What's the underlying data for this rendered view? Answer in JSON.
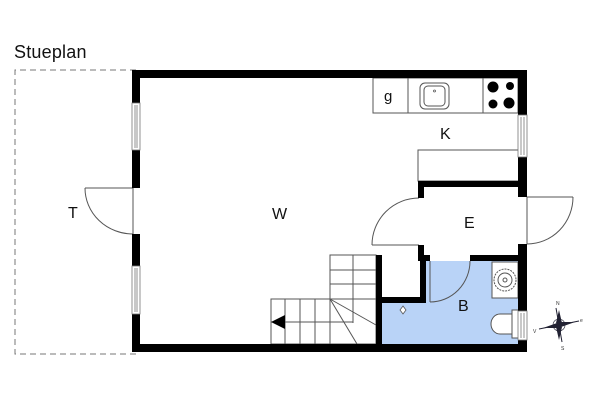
{
  "plan": {
    "title": "Stueplan",
    "colors": {
      "wall": "#000000",
      "bathroom_fill": "#b9d3f7",
      "line": "#555555",
      "dashed": "#777777"
    },
    "rooms": [
      {
        "id": "W",
        "label": "W",
        "name": "living-room"
      },
      {
        "id": "K",
        "label": "K",
        "name": "kitchen"
      },
      {
        "id": "E",
        "label": "E",
        "name": "entrance"
      },
      {
        "id": "B",
        "label": "B",
        "name": "bathroom"
      },
      {
        "id": "T",
        "label": "T",
        "name": "terrace"
      }
    ],
    "fixtures": {
      "kitchen_counter_label": "g"
    },
    "compass": {
      "n": "N",
      "e": "e",
      "s": "S",
      "w": "V"
    }
  }
}
